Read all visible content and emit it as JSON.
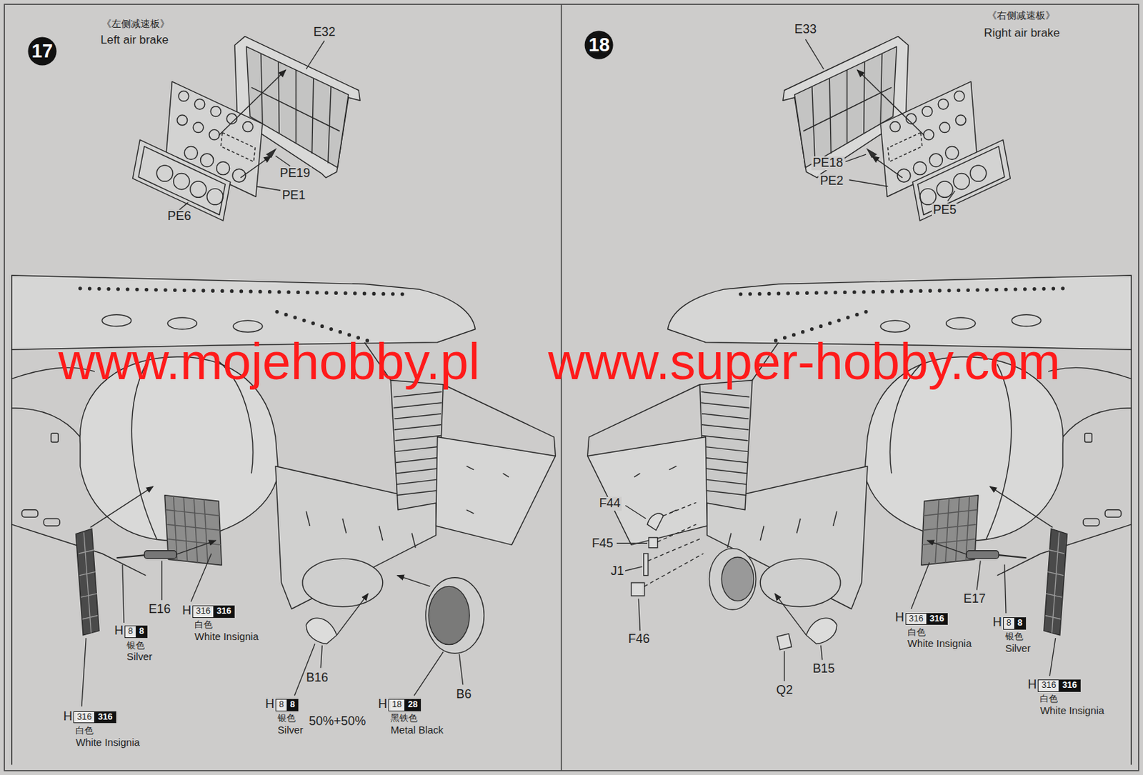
{
  "diagram": {
    "nodes": [
      {
        "text": [
          "17"
        ]
      },
      {
        "text": [
          "18"
        ]
      }
    ],
    "labels": [
      "《左侧减速板》",
      "Left air brake",
      "E32",
      "PE19",
      "PE1",
      "PE6",
      "www.mojehobby.pl",
      "www.super-hobby.com",
      "E16",
      "H",
      "316",
      "316",
      "白色",
      "White Insignia",
      "H",
      "8",
      "8",
      "银色",
      "Silver",
      "B16",
      "B6",
      "H",
      "316",
      "316",
      "白色",
      "White Insignia",
      "H",
      "8",
      "8",
      "银色",
      "Silver",
      "50%+50%",
      "H",
      "18",
      "28",
      "黑铁色",
      "Metal Black",
      "《右侧减速板》",
      "Right air brake",
      "E33",
      "PE18",
      "PE2",
      "PE5",
      "F44",
      "F45",
      "J1",
      "F46",
      "Q2",
      "B15",
      "E17",
      "H",
      "316",
      "316",
      "白色",
      "White Insignia",
      "H",
      "8",
      "8",
      "银色",
      "Silver",
      "H",
      "316",
      "316",
      "白色",
      "White Insignia"
    ]
  }
}
